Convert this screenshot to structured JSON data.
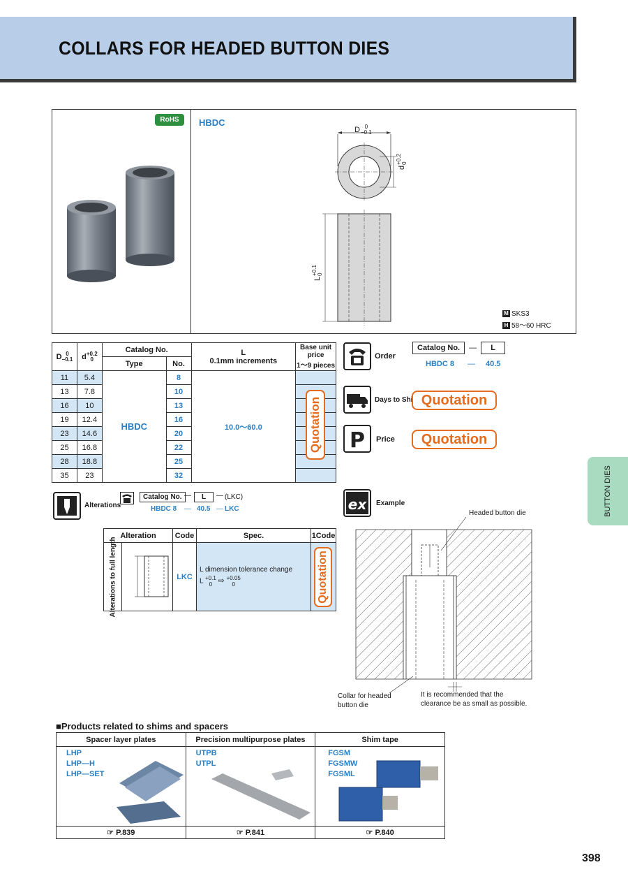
{
  "header": {
    "title": "COLLARS FOR HEADED BUTTON DIES"
  },
  "product": {
    "rohs": "RoHS",
    "type_label": "HBDC",
    "dim_D": "D",
    "dim_D_tol_upper": "0",
    "dim_D_tol_lower": "−0.1",
    "dim_d": "d",
    "dim_d_tol_upper": "+0.2",
    "dim_d_tol_lower": "0",
    "dim_L": "L",
    "dim_L_tol_upper": "+0.1",
    "dim_L_tol_lower": "0",
    "material_code": "M",
    "material": "SKS3",
    "hardness_code": "H",
    "hardness": "58～60 HRC"
  },
  "main_table": {
    "col_D": "D",
    "col_D_tol_upper": "0",
    "col_D_tol_lower": "−0.1",
    "col_d": "d",
    "col_d_tol_upper": "+0.2",
    "col_d_tol_lower": "0",
    "col_catalog": "Catalog No.",
    "col_type": "Type",
    "col_no": "No.",
    "col_L": "L",
    "col_L_sub": "0.1mm increments",
    "col_price": "Base unit price",
    "col_price_sub": "1～9 pieces",
    "type_value": "HBDC",
    "L_range": "10.0～60.0",
    "price_value": "Quotation",
    "rows": [
      {
        "D": "11",
        "d": "5.4",
        "no": "8"
      },
      {
        "D": "13",
        "d": "7.8",
        "no": "10"
      },
      {
        "D": "16",
        "d": "10",
        "no": "13"
      },
      {
        "D": "19",
        "d": "12.4",
        "no": "16"
      },
      {
        "D": "23",
        "d": "14.6",
        "no": "20"
      },
      {
        "D": "25",
        "d": "16.8",
        "no": "22"
      },
      {
        "D": "28",
        "d": "18.8",
        "no": "25"
      },
      {
        "D": "35",
        "d": "23",
        "no": "32"
      }
    ]
  },
  "order": {
    "order_label": "Order",
    "catalog_header": "Catalog No.",
    "dash": "—",
    "L_header": "L",
    "example_catalog": "HBDC 8",
    "example_L": "40.5",
    "ship_label": "Days to Ship",
    "ship_value": "Quotation",
    "price_label": "Price",
    "price_value": "Quotation"
  },
  "alterations": {
    "label": "Alterations",
    "catalog_header": "Catalog No.",
    "L_header": "L",
    "code_suffix": "(LKC)",
    "ex_catalog": "HBDC 8",
    "ex_L": "40.5",
    "ex_code": "LKC",
    "col_alteration": "Alteration",
    "col_code": "Code",
    "col_spec": "Spec.",
    "col_1code": "1Code",
    "row_label": "Alterations to full length",
    "row_code": "LKC",
    "spec_text": "L dimension tolerance change",
    "spec_L": "L",
    "spec_from_upper": "+0.1",
    "spec_from_lower": "0",
    "spec_to_upper": "+0.05",
    "spec_to_lower": "0",
    "row_price": "Quotation"
  },
  "example": {
    "label": "Example",
    "headed_button_die": "Headed button die",
    "collar_line1": "Collar for headed",
    "collar_line2": "button die",
    "note_line1": "It is recommended that the",
    "note_line2": "clearance be as small as possible."
  },
  "related": {
    "title": "■Products related to shims and spacers",
    "columns": [
      {
        "header": "Spacer layer plates",
        "items": [
          "LHP",
          "LHP—H",
          "LHP—SET"
        ],
        "page": "P.839"
      },
      {
        "header": "Precision multipurpose plates",
        "items": [
          "UTPB",
          "UTPL"
        ],
        "page": "P.841"
      },
      {
        "header": "Shim tape",
        "items": [
          "FGSM",
          "FGSMW",
          "FGSML"
        ],
        "page": "P.840"
      }
    ]
  },
  "side_tab": "BUTTON DIES",
  "page_number": "398"
}
